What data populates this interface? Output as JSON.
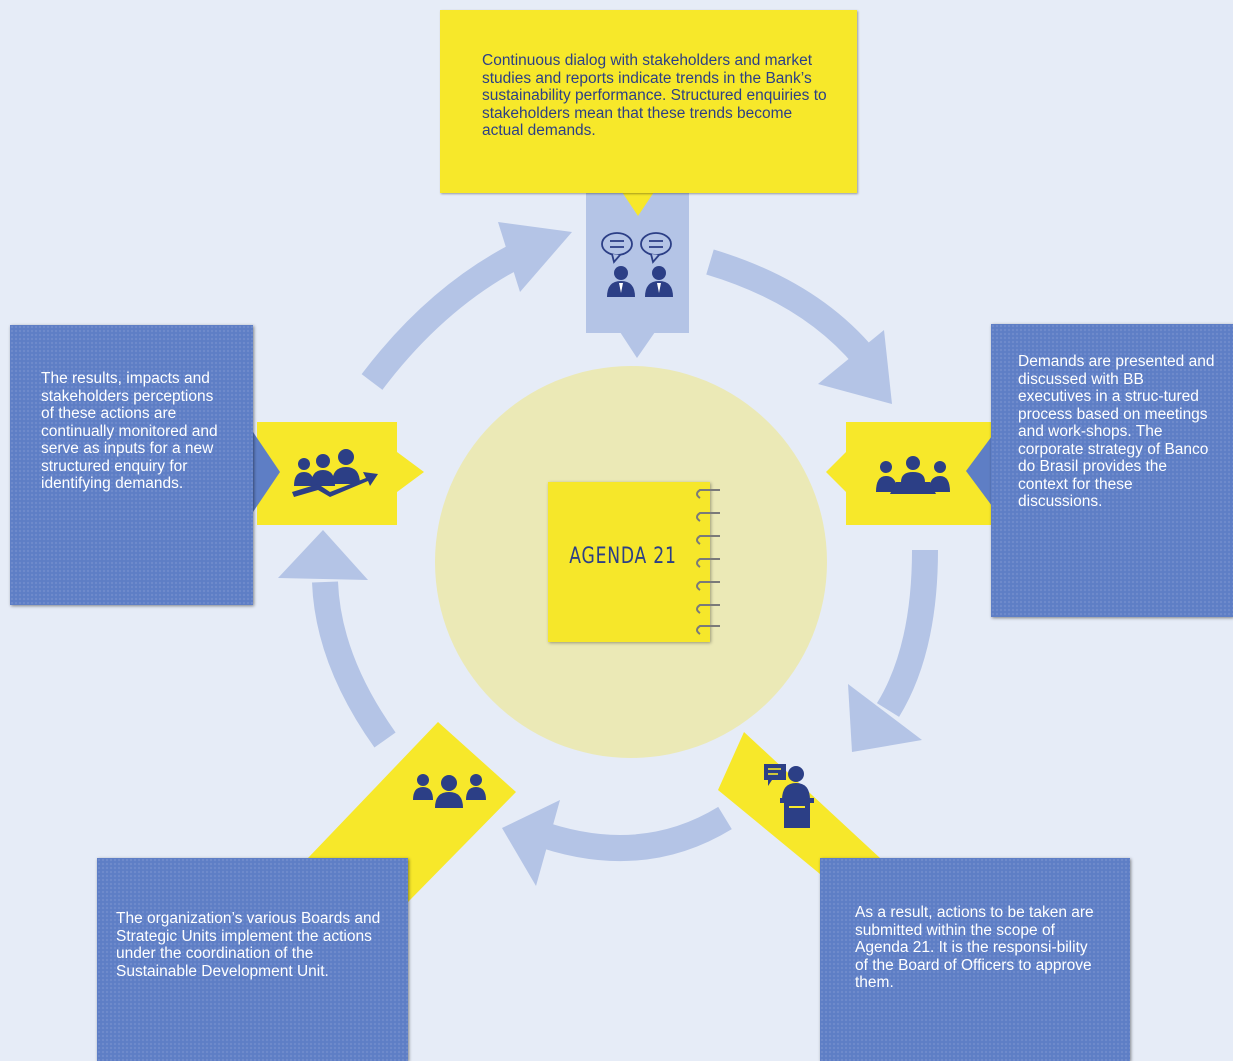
{
  "center": {
    "title": "AGENDA 21"
  },
  "steps": [
    {
      "text": "Continuous dialog with stakeholders and market studies and reports indicate trends in the Bank’s sustainability performance. Structured enquiries to stakeholders mean that these trends become actual demands.",
      "icon": "stakeholders-dialog-icon"
    },
    {
      "text": "Demands are presented and discussed with BB executives in a struc-tured process based on meetings and work-shops. The corporate strategy of Banco do Brasil provides the context for these discussions.",
      "icon": "meeting-table-icon"
    },
    {
      "text": "As a result, actions to be taken are submitted within the scope of Agenda 21. It is the responsi-bility of the Board of Officers to approve them.",
      "icon": "speaker-podium-icon"
    },
    {
      "text": "The organization’s various Boards and Strategic Units implement the actions under the coordination of the Sustainable Development Unit.",
      "icon": "team-group-icon"
    },
    {
      "text": "The results, impacts and stakeholders perceptions of these actions are continually monitored and serve as inputs for a new structured enquiry for identifying demands.",
      "icon": "monitoring-team-icon"
    }
  ],
  "colors": {
    "background": "#e6ecf7",
    "yellow": "#f7e82a",
    "blue_box": "#5e7ec5",
    "arrow": "#b4c4e6",
    "center_circle": "#ebe9b6",
    "icon": "#2c3f86"
  }
}
